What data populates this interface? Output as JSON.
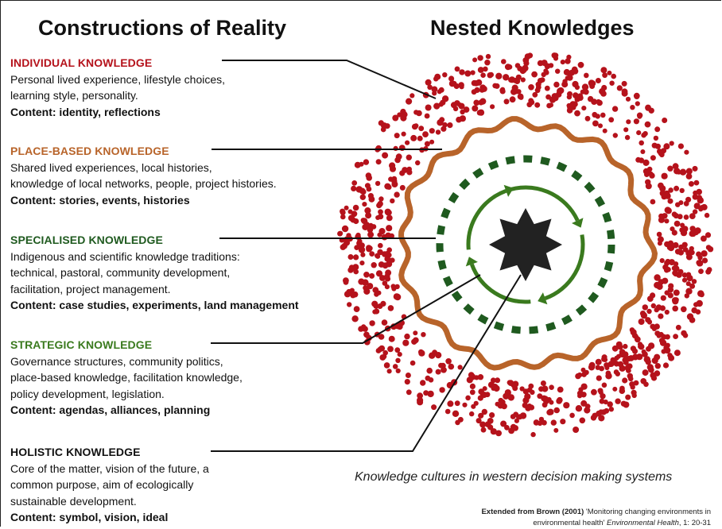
{
  "titles": {
    "left": "Constructions of Reality",
    "right": "Nested Knowledges"
  },
  "knowledges": [
    {
      "title": "INDIVIDUAL KNOWLEDGE",
      "color": "#b5121b",
      "description": "Personal lived experience, lifestyle choices,\nlearning style, personality.",
      "content": "Content: identity, reflections"
    },
    {
      "title": "PLACE-BASED KNOWLEDGE",
      "color": "#b8642a",
      "description": "Shared lived experiences, local histories,\nknowledge of local networks, people, project histories.",
      "content": "Content: stories, events, histories"
    },
    {
      "title": "SPECIALISED KNOWLEDGE",
      "color": "#1f5a1f",
      "description": "Indigenous and scientific knowledge traditions:\ntechnical, pastoral, community development,\nfacilitation, project management.",
      "content": "Content: case studies, experiments, land management"
    },
    {
      "title": "STRATEGIC KNOWLEDGE",
      "color": "#3a7a1e",
      "description": "Governance structures, community politics,\nplace-based knowledge, facilitation knowledge,\npolicy development, legislation.",
      "content": "Content: agendas, alliances, planning"
    },
    {
      "title": "HOLISTIC KNOWLEDGE",
      "color": "#111111",
      "description": "Core of the matter, vision of the future, a\ncommon purpose, aim of ecologically\nsustainable development.",
      "content": "Content: symbol, vision, ideal"
    }
  ],
  "caption": "Knowledge cultures in western decision making systems",
  "citation": {
    "bold": "Extended from Brown (2001)",
    "line1_rest": " 'Monitoring changing environments in",
    "line2_pre": "environmental health' ",
    "journal": "Environmental Health",
    "line2_post": ", 1: 20-31"
  },
  "colors": {
    "dots": "#b5121b",
    "wavy_ring": "#b8642a",
    "dashed_ring": "#1f5a1f",
    "arrows": "#3a7a1e",
    "star": "#222222"
  }
}
